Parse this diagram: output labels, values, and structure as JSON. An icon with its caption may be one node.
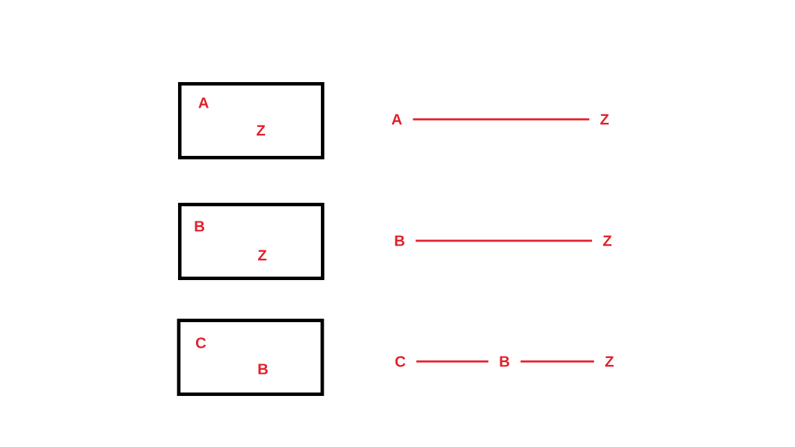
{
  "diagram": {
    "nodes": [
      {
        "text": [
          "A",
          "Z"
        ]
      },
      {
        "text": [
          "A"
        ]
      },
      {
        "text": [
          "Z"
        ]
      },
      {
        "text": [
          "B",
          "Z"
        ]
      },
      {
        "text": [
          "B"
        ]
      },
      {
        "text": [
          "Z"
        ]
      },
      {
        "text": [
          "C",
          "B"
        ]
      },
      {
        "text": [
          "C"
        ]
      },
      {
        "text": [
          "B"
        ]
      },
      {
        "text": [
          "Z"
        ]
      }
    ],
    "edges": [
      {
        "from": 1,
        "to": 2,
        "arrow": "none"
      },
      {
        "from": 4,
        "to": 5,
        "arrow": "none"
      },
      {
        "from": 7,
        "to": 8,
        "arrow": "none"
      },
      {
        "from": 8,
        "to": 9,
        "arrow": "none"
      }
    ]
  }
}
